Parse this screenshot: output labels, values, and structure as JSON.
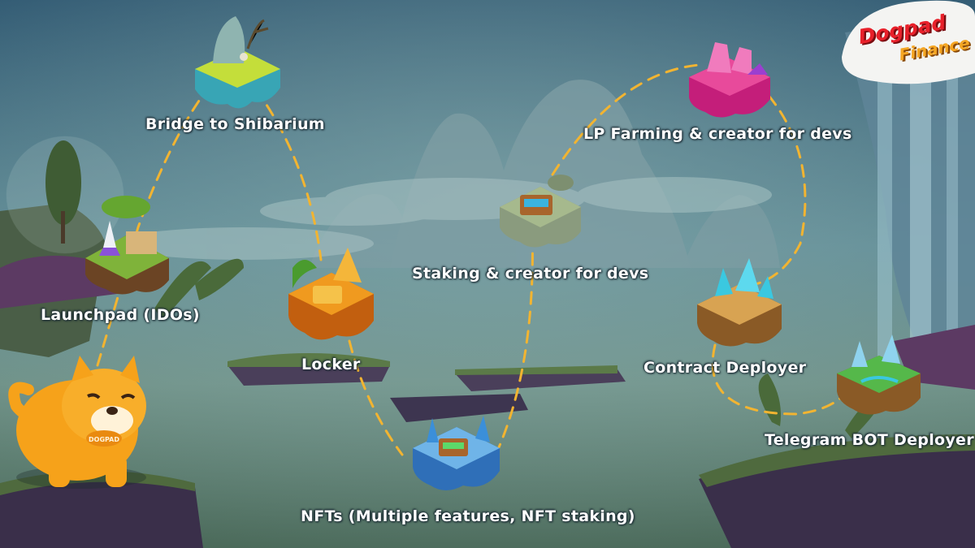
{
  "brand": {
    "name_line1": "Dogpad",
    "name_line2": "Finance",
    "colors": {
      "red": "#e8202a",
      "orange": "#f5a623",
      "path": "#f2b431"
    }
  },
  "mascot": {
    "collar_text": "DOGPAD"
  },
  "features": [
    {
      "label": "Bridge to Shibarium",
      "island": "teal-island-with-rock-and-tree"
    },
    {
      "label": "LP Farming & creator for devs",
      "island": "pink-crystal-island"
    },
    {
      "label": "Staking & creator for devs",
      "island": "stone-island-with-treasure-chest"
    },
    {
      "label": "Launchpad (IDOs)",
      "island": "grass-island-with-rocket"
    },
    {
      "label": "Locker",
      "island": "orange-island-with-palm-and-chest"
    },
    {
      "label": "Contract Deployer",
      "island": "sand-island-with-cyan-crystals"
    },
    {
      "label": "Telegram BOT Deployer",
      "island": "green-island-with-blue-crystals"
    },
    {
      "label": "NFTs (Multiple features, NFT staking)",
      "island": "ice-island-with-treasure-chest"
    }
  ]
}
